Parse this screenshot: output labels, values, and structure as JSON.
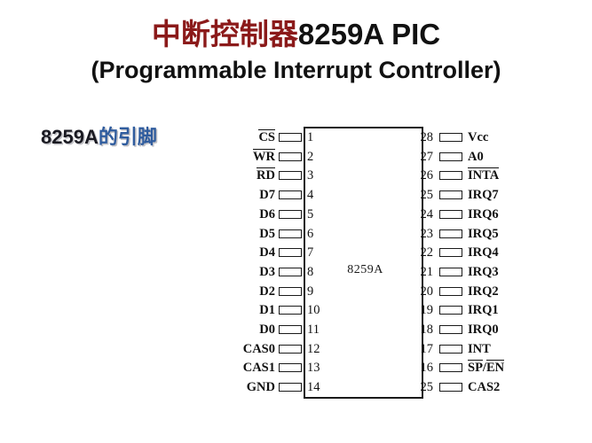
{
  "slide": {
    "background_color": "#ffffff",
    "title": {
      "chinese": "中断控制器",
      "chinese_color": "#8B1A1A",
      "english": "8259A PIC",
      "english_color": "#111111",
      "subtitle": "(Programmable Interrupt Controller)"
    },
    "section_heading": {
      "number": "8259A",
      "chinese": "的引脚",
      "number_color": "#1a1a22",
      "chinese_color": "#2F5C9E"
    }
  },
  "chip": {
    "body_label": "8259A",
    "left_pins": [
      {
        "number": "1",
        "signal": "CS",
        "overline": "full"
      },
      {
        "number": "2",
        "signal": "WR",
        "overline": "full"
      },
      {
        "number": "3",
        "signal": "RD",
        "overline": "full"
      },
      {
        "number": "4",
        "signal": "D7",
        "overline": "none"
      },
      {
        "number": "5",
        "signal": "D6",
        "overline": "none"
      },
      {
        "number": "6",
        "signal": "D5",
        "overline": "none"
      },
      {
        "number": "7",
        "signal": "D4",
        "overline": "none"
      },
      {
        "number": "8",
        "signal": "D3",
        "overline": "none"
      },
      {
        "number": "9",
        "signal": "D2",
        "overline": "none"
      },
      {
        "number": "10",
        "signal": "D1",
        "overline": "none"
      },
      {
        "number": "11",
        "signal": "D0",
        "overline": "none"
      },
      {
        "number": "12",
        "signal": "CAS0",
        "overline": "none"
      },
      {
        "number": "13",
        "signal": "CAS1",
        "overline": "none"
      },
      {
        "number": "14",
        "signal": "GND",
        "overline": "none"
      }
    ],
    "right_pins": [
      {
        "number": "28",
        "signal": "Vcc",
        "overline": "none"
      },
      {
        "number": "27",
        "signal": "A0",
        "overline": "none"
      },
      {
        "number": "26",
        "signal": "INTA",
        "overline": "full"
      },
      {
        "number": "25",
        "signal": "IRQ7",
        "overline": "none"
      },
      {
        "number": "24",
        "signal": "IRQ6",
        "overline": "none"
      },
      {
        "number": "23",
        "signal": "IRQ5",
        "overline": "none"
      },
      {
        "number": "22",
        "signal": "IRQ4",
        "overline": "none"
      },
      {
        "number": "21",
        "signal": "IRQ3",
        "overline": "none"
      },
      {
        "number": "20",
        "signal": "IRQ2",
        "overline": "none"
      },
      {
        "number": "19",
        "signal": "IRQ1",
        "overline": "none"
      },
      {
        "number": "18",
        "signal": "IRQ0",
        "overline": "none"
      },
      {
        "number": "17",
        "signal": "INT",
        "overline": "none"
      },
      {
        "number": "16",
        "signal": "SP/EN",
        "overline": "split"
      },
      {
        "number": "25",
        "signal": "CAS2",
        "overline": "none"
      }
    ]
  }
}
